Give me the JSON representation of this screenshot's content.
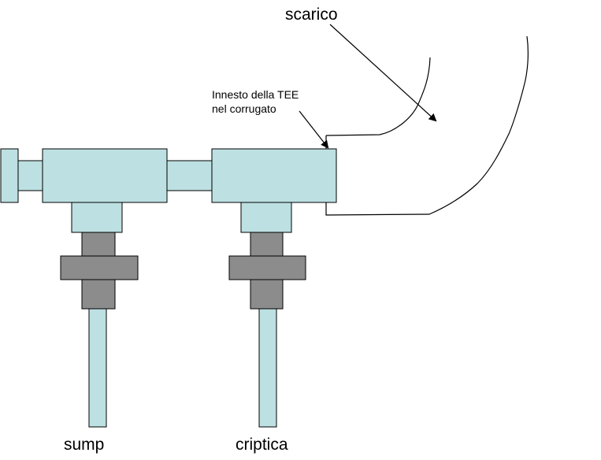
{
  "labels": {
    "drain": "scarico",
    "tee_note_line1": "Innesto della TEE",
    "tee_note_line2": "nel corrugato",
    "left_outlet": "sump",
    "right_outlet": "criptica"
  },
  "colors": {
    "pipe_fill": "#bde0e2",
    "nut_fill": "#8c8c8c",
    "stroke": "#000000",
    "background": "#ffffff"
  }
}
